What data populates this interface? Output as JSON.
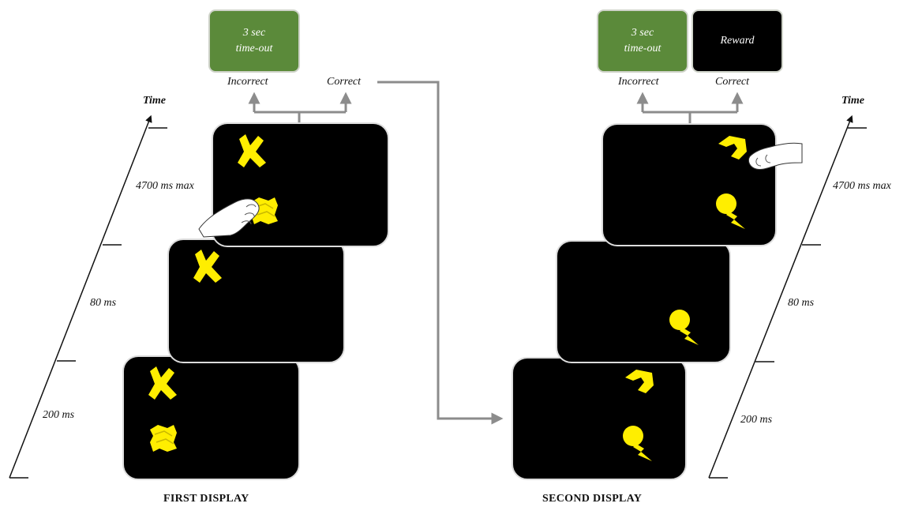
{
  "colors": {
    "screen": "#000000",
    "stimulus": "#ffee00",
    "timeout_box": "#5b8a3a",
    "reward_box": "#000000",
    "arrow": "#8c8c8c",
    "axis": "#111111"
  },
  "first_display": {
    "caption": "FIRST DISPLAY",
    "timeline": {
      "title": "Time",
      "phases": [
        "200 ms",
        "80 ms",
        "4700 ms max"
      ]
    },
    "outcome_labels": {
      "incorrect": "Incorrect",
      "correct": "Correct"
    },
    "timeout_box": {
      "line1": "3 sec",
      "line2": "time-out"
    }
  },
  "second_display": {
    "caption": "SECOND DISPLAY",
    "timeline": {
      "title": "Time",
      "phases": [
        "200 ms",
        "80 ms",
        "4700 ms max"
      ]
    },
    "outcome_labels": {
      "incorrect": "Incorrect",
      "correct": "Correct"
    },
    "timeout_box": {
      "line1": "3 sec",
      "line2": "time-out"
    },
    "reward_box": {
      "label": "Reward"
    }
  }
}
